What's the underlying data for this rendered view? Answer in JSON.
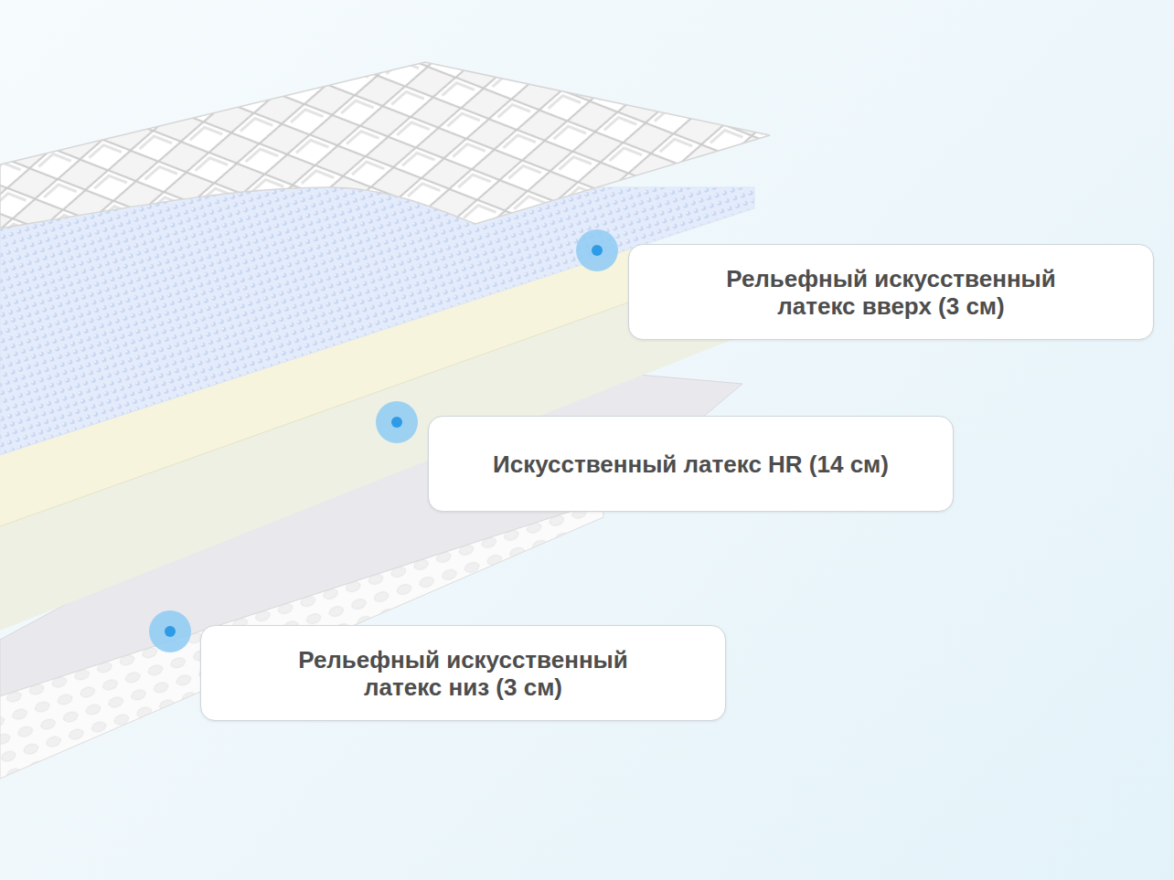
{
  "diagram": {
    "nodes": [
      {
        "text": [
          "Рельефный искусственный латекс вверх (3 см)"
        ]
      },
      {
        "text": [
          "Искусственный латекс HR (14 см)"
        ]
      },
      {
        "text": [
          "Рельефный искусственный латекс низ (3 см)"
        ]
      }
    ]
  }
}
